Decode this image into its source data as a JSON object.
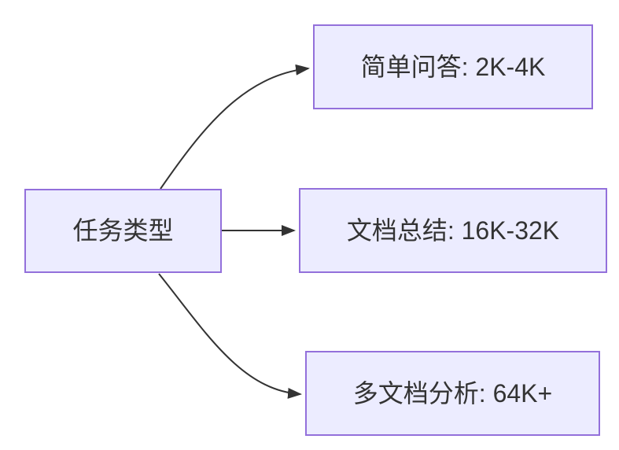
{
  "diagram": {
    "type": "flowchart-left-to-right",
    "background_color": "#FFFFFF",
    "node_fill_color": "#ECECFF",
    "node_border_color": "#9370DB",
    "edge_color": "#333333",
    "text_color": "#333333",
    "root_node": {
      "label": "任务类型"
    },
    "branches": [
      {
        "label": "简单问答: 2K-4K"
      },
      {
        "label": "文档总结: 16K-32K"
      },
      {
        "label": "多文档分析: 64K+"
      }
    ]
  }
}
